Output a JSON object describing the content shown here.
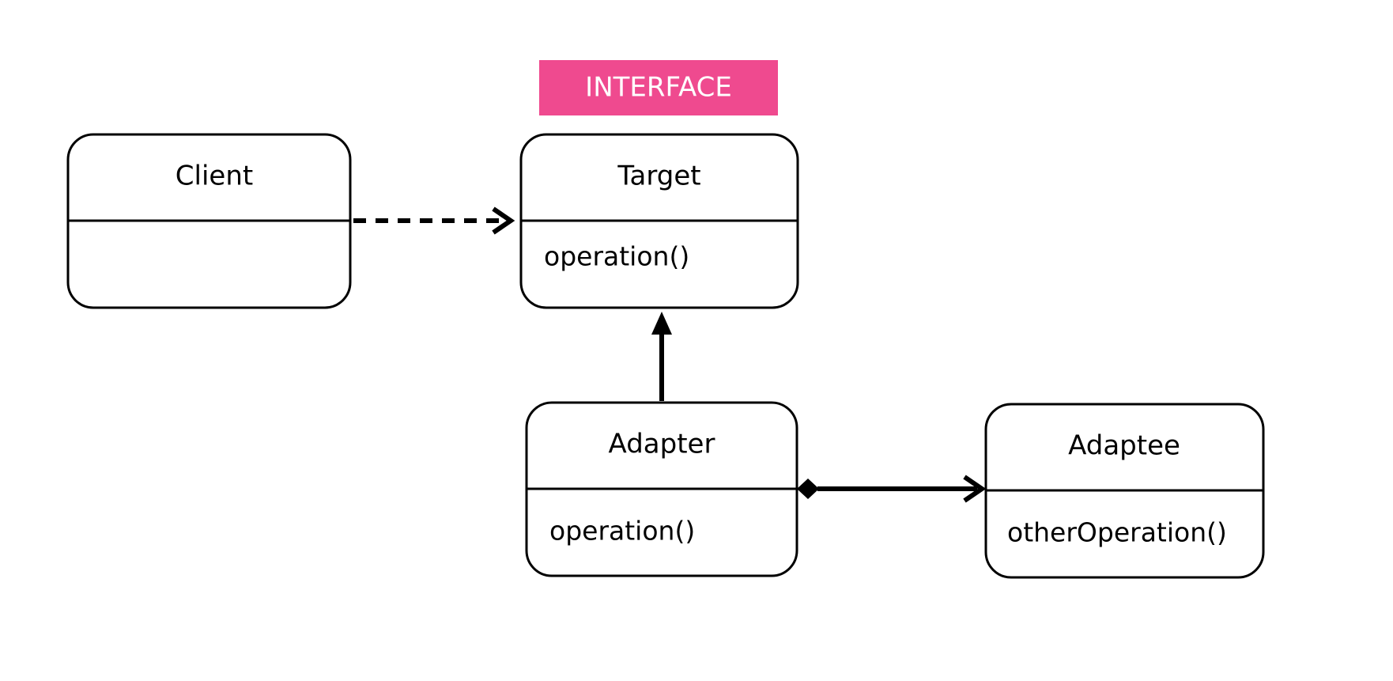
{
  "stereotype": {
    "label": "INTERFACE",
    "color": "#ef4a8f"
  },
  "classes": {
    "client": {
      "name": "Client"
    },
    "target": {
      "name": "Target",
      "operation": "operation()"
    },
    "adapter": {
      "name": "Adapter",
      "operation": "operation()"
    },
    "adaptee": {
      "name": "Adaptee",
      "operation": "otherOperation()"
    }
  },
  "relations": [
    {
      "from": "Client",
      "to": "Target",
      "kind": "dependency"
    },
    {
      "from": "Adapter",
      "to": "Target",
      "kind": "realization"
    },
    {
      "from": "Adapter",
      "to": "Adaptee",
      "kind": "composition"
    }
  ]
}
